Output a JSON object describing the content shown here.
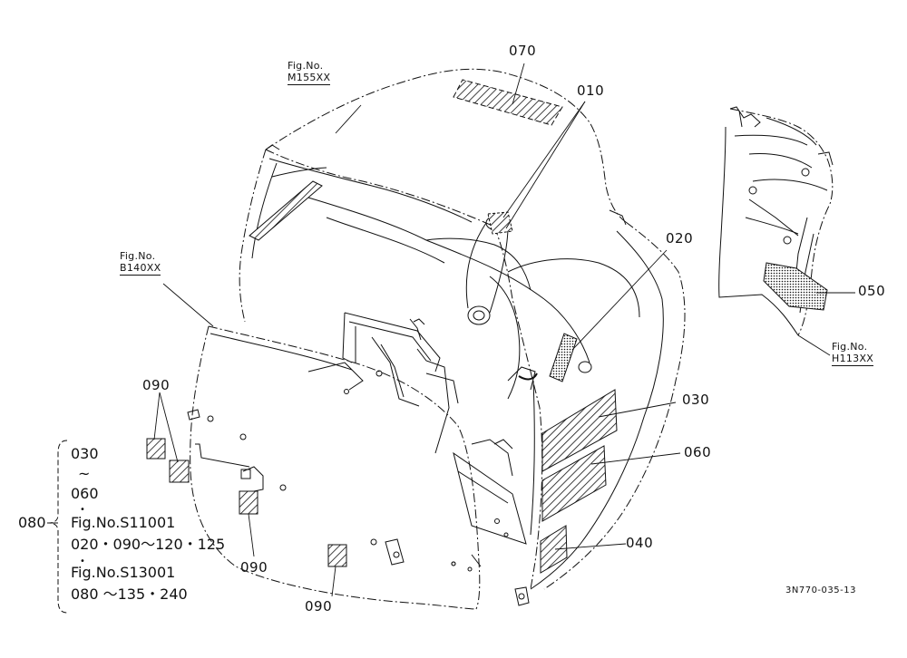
{
  "callouts": {
    "p070": "070",
    "p010": "010",
    "p020": "020",
    "p030": "030",
    "p060": "060",
    "p040": "040",
    "p050": "050",
    "p090a": "090",
    "p090b": "090",
    "p090c": "090"
  },
  "fig_refs": {
    "m155": {
      "label": "Fig.No.",
      "value": "M155XX"
    },
    "b140": {
      "label": "Fig.No.",
      "value": "B140XX"
    },
    "h113": {
      "label": "Fig.No.",
      "value": "H113XX"
    }
  },
  "legend": {
    "part": "080",
    "range_start": "030",
    "tilde": "~",
    "range_end": "060",
    "dot1": "•",
    "fig1": "Fig.No.S11001",
    "fig1_parts": "020・090～120・125",
    "dot2": "•",
    "fig2": "Fig.No.S13001",
    "fig2_parts": "080 ～135・240"
  },
  "drawing_number": "3N770-035-13"
}
